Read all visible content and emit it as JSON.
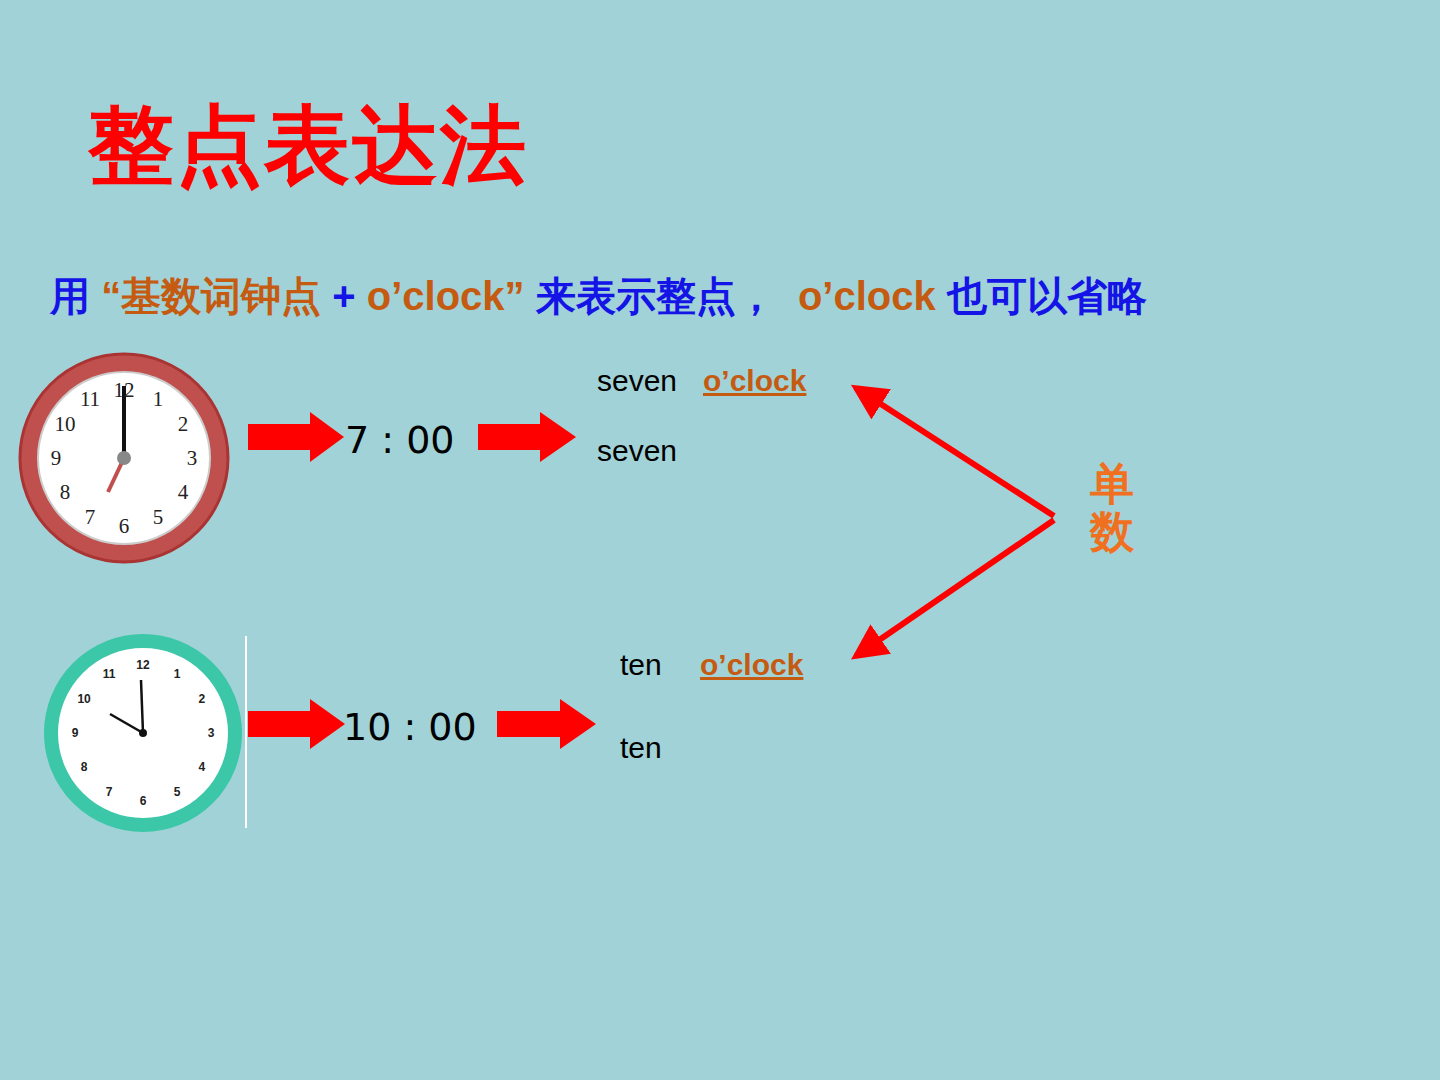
{
  "diagram": {
    "title": "整点表达法",
    "labels": [
      "用",
      "“基数词钟点",
      "+",
      "o’clock”",
      "来表示整点，",
      "o’clock",
      "也可以省略",
      "7 : 00",
      "seven",
      "o’clock",
      "seven",
      "10 : 00",
      "ten",
      "o’clock",
      "ten",
      "单数",
      "12",
      "1",
      "2",
      "3",
      "4",
      "5",
      "6",
      "7",
      "8",
      "9",
      "10",
      "11",
      "12",
      "1",
      "2",
      "3",
      "4",
      "5",
      "6",
      "7",
      "8",
      "9",
      "10",
      "11"
    ]
  }
}
